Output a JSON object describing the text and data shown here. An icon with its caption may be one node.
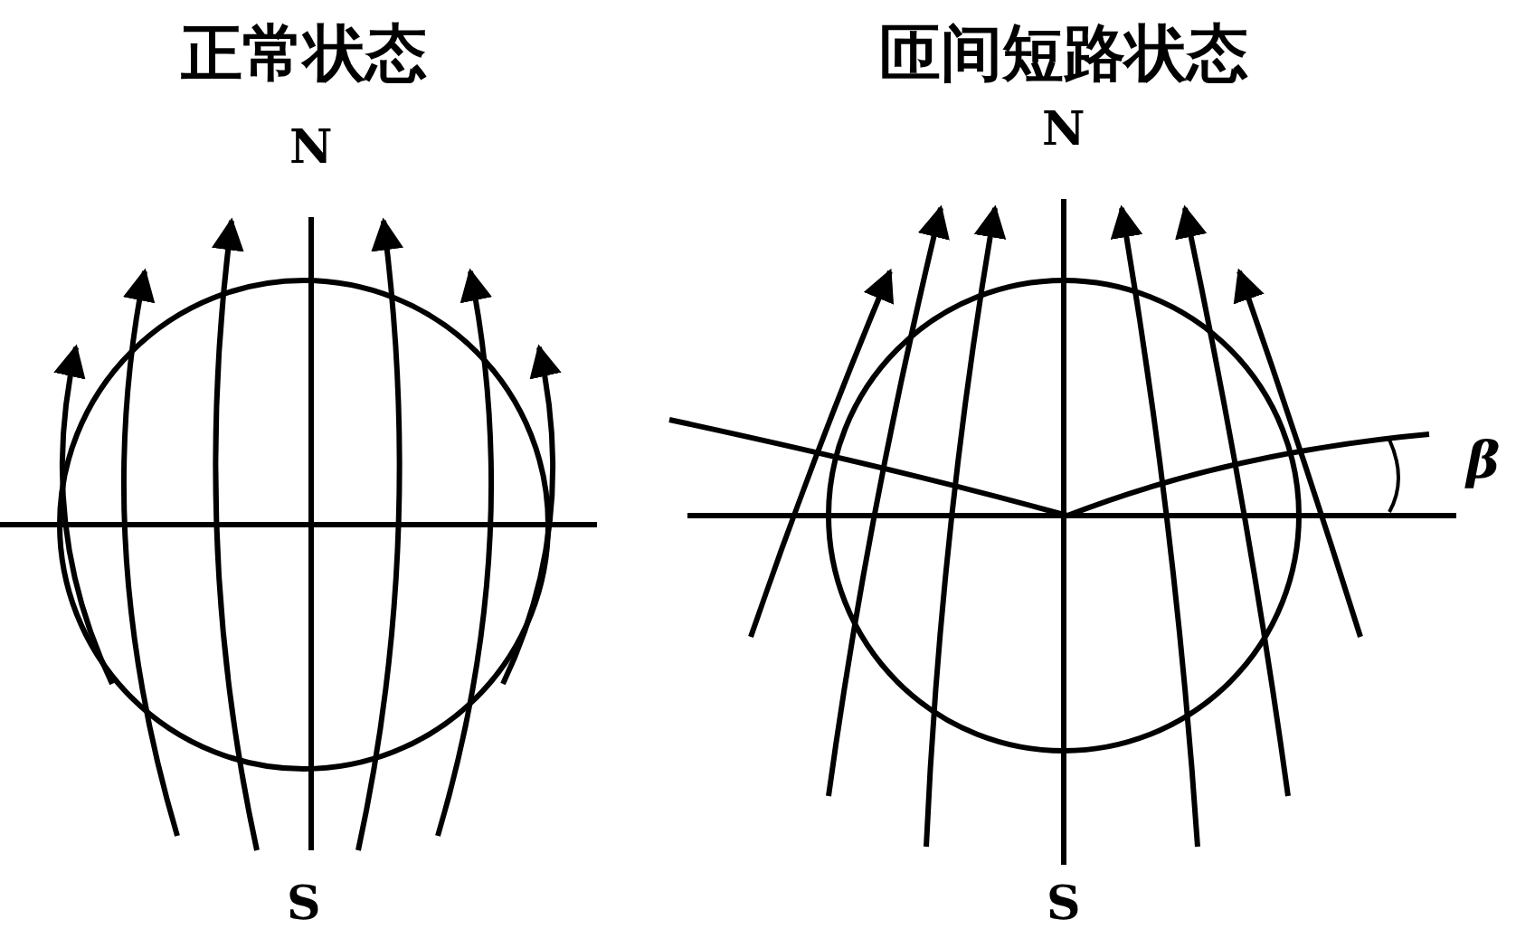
{
  "diagram": {
    "labels": [
      "正常状态",
      "匝间短路状态",
      "N",
      "N",
      "β",
      "S",
      "S"
    ]
  }
}
